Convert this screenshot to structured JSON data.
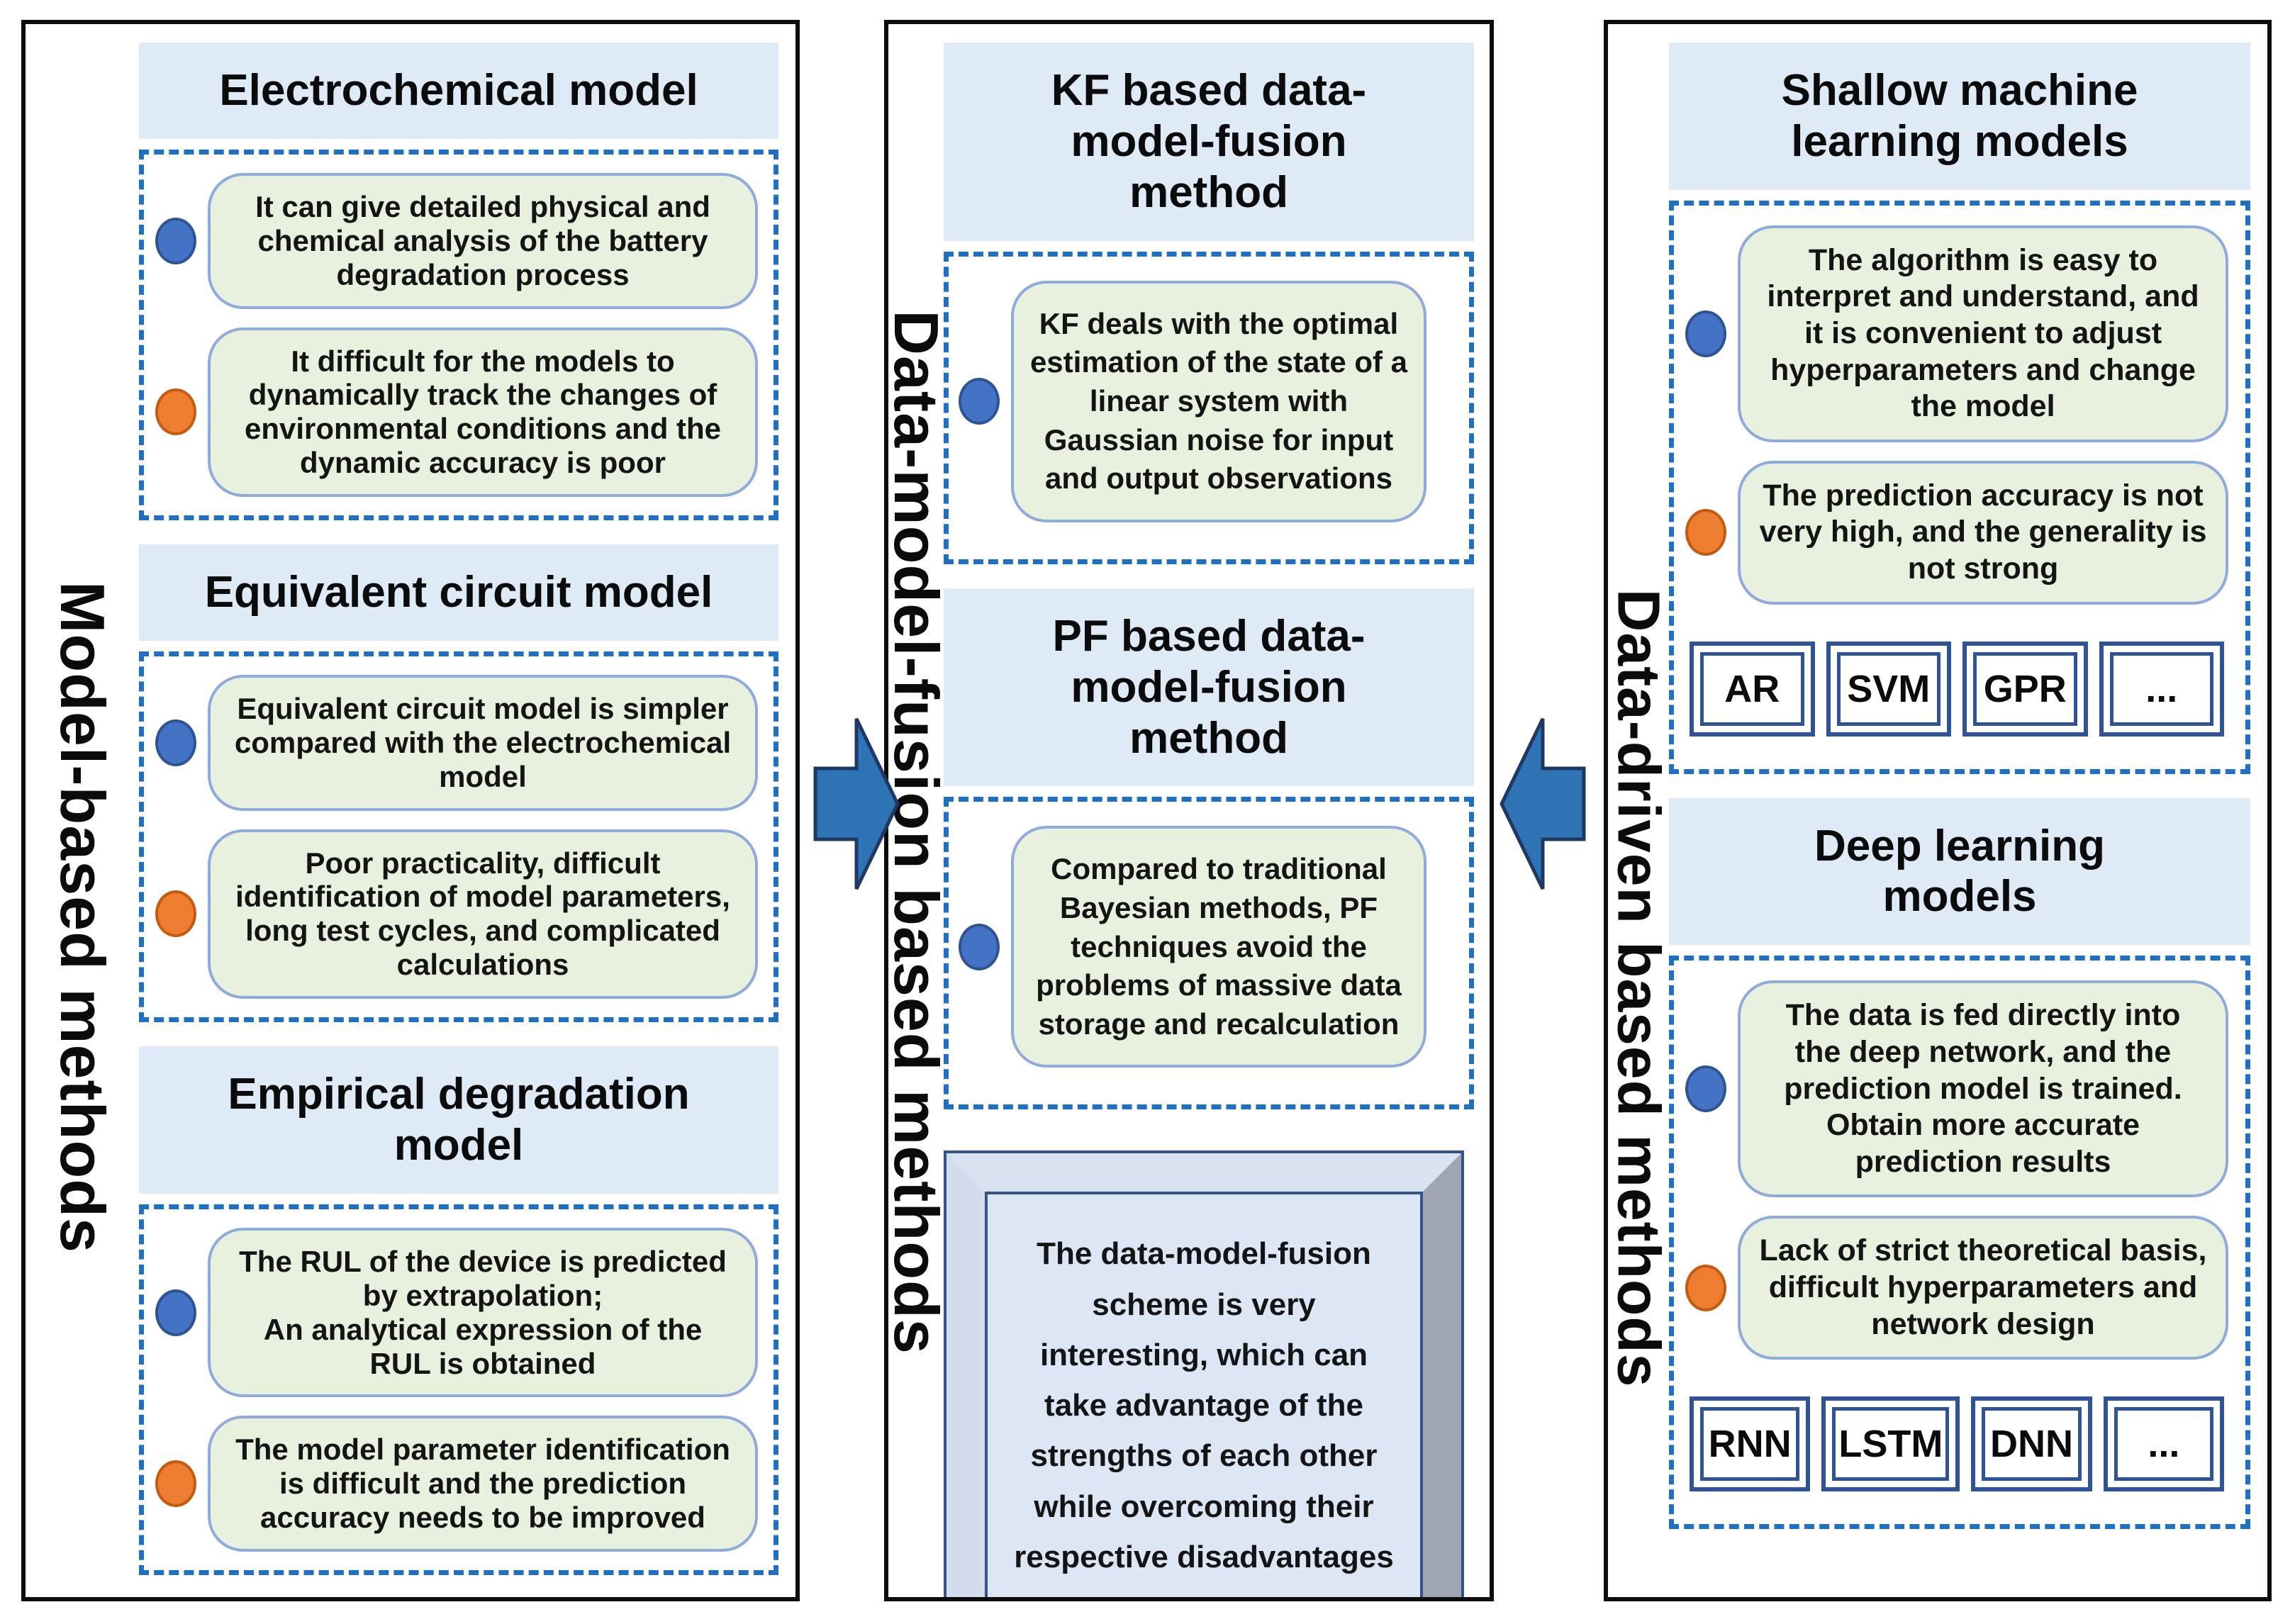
{
  "panels": {
    "left": {
      "side_label": "Model-based methods",
      "sections": [
        {
          "title": "Electrochemical model",
          "items": [
            {
              "type": "pro",
              "text": "It can give detailed physical and chemical analysis of the battery degradation process"
            },
            {
              "type": "con",
              "text": "It difficult for the models to dynamically track the changes of environmental conditions and the dynamic accuracy is poor"
            }
          ]
        },
        {
          "title": "Equivalent circuit model",
          "items": [
            {
              "type": "pro",
              "text": "Equivalent circuit model is simpler compared with the electrochemical model"
            },
            {
              "type": "con",
              "text": "Poor practicality, difficult identification of model parameters, long test cycles, and complicated calculations"
            }
          ]
        },
        {
          "title": "Empirical degradation\nmodel",
          "items": [
            {
              "type": "pro",
              "text": "The RUL of the device is predicted by extrapolation;\nAn analytical expression of the RUL is obtained"
            },
            {
              "type": "con",
              "text": "The model parameter identification is difficult and the prediction accuracy needs to be improved"
            }
          ]
        }
      ]
    },
    "middle": {
      "side_label": "Data-model-fusion based methods",
      "sections": [
        {
          "title": "KF based data-\nmodel-fusion\nmethod",
          "items": [
            {
              "type": "pro",
              "text": "KF deals with the optimal estimation of the state of a linear system with Gaussian noise for input and output observations"
            }
          ]
        },
        {
          "title": "PF based data-\nmodel-fusion\nmethod",
          "items": [
            {
              "type": "pro",
              "text": "Compared to traditional Bayesian methods, PF techniques avoid the problems of massive data storage and recalculation"
            }
          ]
        }
      ],
      "summary_box": "The data-model-fusion scheme is very interesting, which can take advantage of the strengths of each other while overcoming their respective disadvantages"
    },
    "right": {
      "side_label": "Data-driven based methods",
      "sections": [
        {
          "title": "Shallow machine\nlearning models",
          "items": [
            {
              "type": "pro",
              "text": "The algorithm is easy to interpret and understand, and it is convenient to adjust hyperparameters and change the model"
            },
            {
              "type": "con",
              "text": "The prediction accuracy is not very high, and the generality is not strong"
            }
          ],
          "chips": [
            "AR",
            "SVM",
            "GPR",
            "..."
          ]
        },
        {
          "title": "Deep learning\nmodels",
          "items": [
            {
              "type": "pro",
              "text": "The data is fed directly into the deep network, and the prediction model is trained. Obtain more accurate prediction results"
            },
            {
              "type": "con",
              "text": "Lack of strict theoretical basis, difficult hyperparameters and network design"
            }
          ],
          "chips": [
            "RNN",
            "LSTM",
            "DNN",
            "..."
          ]
        }
      ]
    }
  },
  "colors": {
    "header_band": "#DEEAF6",
    "green_box_fill": "#E8F0DE",
    "green_box_border": "#8FAADC",
    "dashed_border": "#1F6FC4",
    "bullet_advantage": "#4472C4",
    "bullet_disadvantage": "#ED7D31",
    "arrow_fill": "#2E74B5",
    "arrow_outline": "#1F3864",
    "chip_border": "#2F5496",
    "summary_box_fill": "#DCE6F4",
    "panel_border": "#0D0D0D"
  }
}
